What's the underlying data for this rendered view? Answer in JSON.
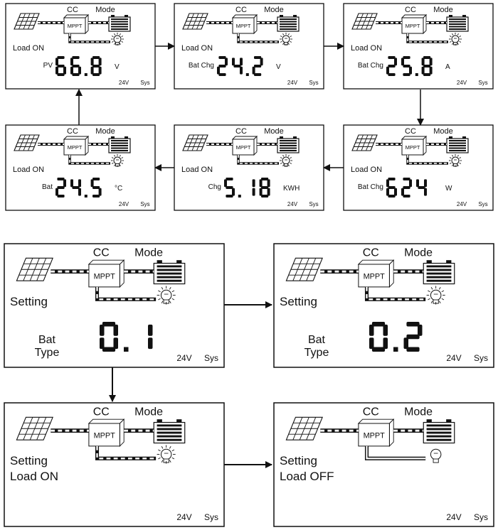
{
  "common": {
    "cc": "CC",
    "mode": "Mode",
    "mppt": "MPPT",
    "voltage_badge": "24V",
    "sys_badge": "Sys"
  },
  "top_panels": [
    {
      "id": "pv",
      "status": "Load ON",
      "label": "PV",
      "value": "66.8",
      "unit": "V"
    },
    {
      "id": "batchg-v",
      "status": "Load ON",
      "label": "Bat Chg",
      "value": "24.2",
      "unit": "V"
    },
    {
      "id": "batchg-a",
      "status": "Load ON",
      "label": "Bat Chg",
      "value": "25.8",
      "unit": "A"
    },
    {
      "id": "bat-temp",
      "status": "Load ON",
      "label": "Bat",
      "value": "24.5",
      "unit": "°C"
    },
    {
      "id": "chg-kwh",
      "status": "Load ON",
      "label": "Chg",
      "value": "5.18",
      "unit": "KWH"
    },
    {
      "id": "batchg-w",
      "status": "Load ON",
      "label": "Bat Chg",
      "value": "624",
      "unit": "W"
    }
  ],
  "setting_panels": [
    {
      "id": "bat-type-1",
      "status_line1": "Setting",
      "status_line2": "",
      "label_line1": "Bat",
      "label_line2": "Type",
      "value": "0.1",
      "load_on": true
    },
    {
      "id": "bat-type-2",
      "status_line1": "Setting",
      "status_line2": "",
      "label_line1": "Bat",
      "label_line2": "Type",
      "value": "0.2",
      "load_on": true
    },
    {
      "id": "load-on",
      "status_line1": "Setting",
      "status_line2": "Load ON",
      "label_line1": "",
      "label_line2": "",
      "value": "",
      "load_on": true
    },
    {
      "id": "load-off",
      "status_line1": "Setting",
      "status_line2": "Load OFF",
      "label_line1": "",
      "label_line2": "",
      "value": "",
      "load_on": false
    }
  ]
}
